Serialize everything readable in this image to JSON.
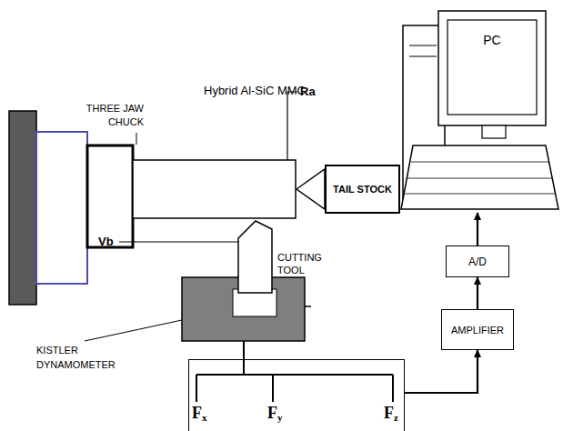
{
  "diagram": {
    "nodes": [
      {
        "text": [
          "PC"
        ]
      },
      {
        "text": [
          "TAIL STOCK"
        ]
      },
      {
        "text": [
          "A/D"
        ]
      },
      {
        "text": [
          "AMPLIFIER"
        ]
      },
      {
        "text": [
          "Fx",
          "Fy",
          "Fz"
        ]
      }
    ],
    "edges": [
      {
        "from": 4,
        "to": 3,
        "arrow": "to"
      },
      {
        "from": 3,
        "to": 2,
        "arrow": "to"
      },
      {
        "from": 2,
        "to": 0,
        "arrow": "to"
      }
    ],
    "labels": [
      "Hybrid Al-SiC MMC",
      "Ra",
      "THREE JAW CHUCK",
      "Vb",
      "CUTTING TOOL",
      "KISTLER DYNAMOMETER"
    ]
  }
}
